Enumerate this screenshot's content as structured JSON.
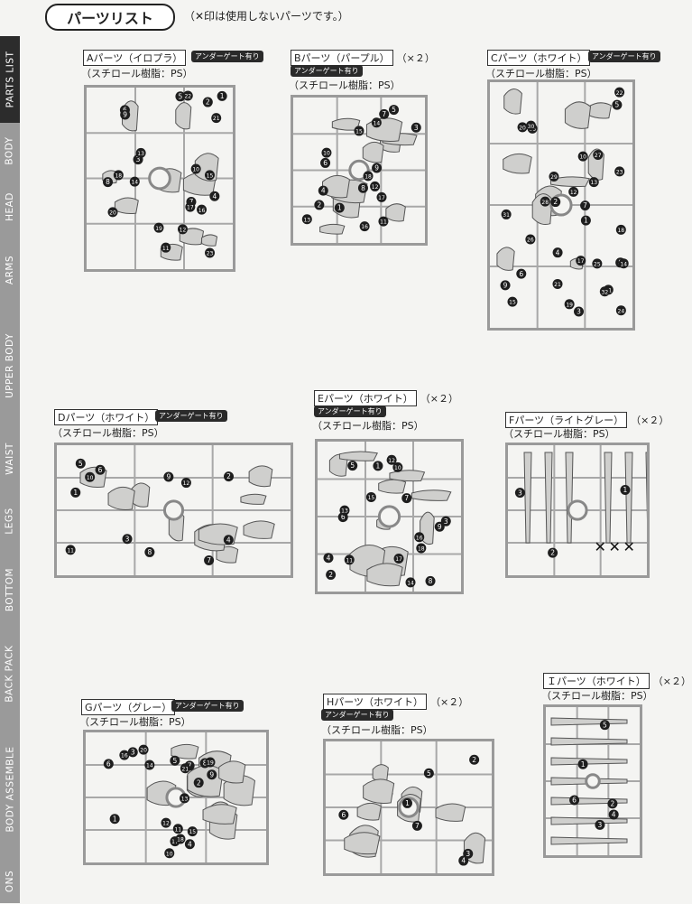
{
  "header": {
    "title": "パーツリスト",
    "note": "（✕印は使用しないパーツです。）"
  },
  "tabs": [
    {
      "label": "PARTS LIST",
      "active": true
    },
    {
      "label": "BODY"
    },
    {
      "label": "HEAD"
    },
    {
      "label": "ARMS"
    },
    {
      "label": "UPPER BODY"
    },
    {
      "label": "WAIST"
    },
    {
      "label": "LEGS"
    },
    {
      "label": "BOTTOM"
    },
    {
      "label": "BACK PACK"
    },
    {
      "label": "BODY ASSEMBLE"
    },
    {
      "label": "ONS"
    }
  ],
  "runners": [
    {
      "id": "A",
      "name": "Aパーツ（イロプラ）",
      "qty": "",
      "badge": "アンダーゲート有り",
      "material": "（スチロール樹脂：PS）",
      "numbers": [
        "1",
        "2",
        "3",
        "4",
        "5",
        "6",
        "7",
        "8",
        "9",
        "10",
        "11",
        "12",
        "13",
        "14",
        "15",
        "16",
        "17",
        "18",
        "19",
        "20",
        "21",
        "22",
        "23"
      ]
    },
    {
      "id": "B",
      "name": "Bパーツ（パープル）",
      "qty": "（×２）",
      "badge": "アンダーゲート有り",
      "material": "（スチロール樹脂：PS）",
      "numbers": [
        "1",
        "2",
        "3",
        "4",
        "5",
        "6",
        "7",
        "8",
        "9",
        "10",
        "11",
        "12",
        "13",
        "14",
        "15",
        "16",
        "17",
        "18"
      ]
    },
    {
      "id": "C",
      "name": "Cパーツ（ホワイト）",
      "qty": "",
      "badge": "アンダーゲート有り",
      "material": "（スチロール樹脂：PS）",
      "numbers": [
        "1",
        "2",
        "3",
        "4",
        "5",
        "6",
        "7",
        "8",
        "9",
        "10",
        "11",
        "12",
        "13",
        "14",
        "15",
        "16",
        "17",
        "18",
        "19",
        "20",
        "21",
        "22",
        "23",
        "24",
        "25",
        "26",
        "27",
        "28",
        "29",
        "30",
        "31",
        "32"
      ]
    },
    {
      "id": "D",
      "name": "Dパーツ（ホワイト）",
      "qty": "",
      "badge": "アンダーゲート有り",
      "material": "（スチロール樹脂：PS）",
      "numbers": [
        "1",
        "2",
        "3",
        "4",
        "5",
        "6",
        "7",
        "8",
        "9",
        "10",
        "11",
        "12"
      ]
    },
    {
      "id": "E",
      "name": "Eパーツ（ホワイト）",
      "qty": "（×２）",
      "badge": "アンダーゲート有り",
      "material": "（スチロール樹脂：PS）",
      "numbers": [
        "1",
        "2",
        "3",
        "4",
        "5",
        "6",
        "7",
        "8",
        "9",
        "10",
        "11",
        "12",
        "13",
        "14",
        "15",
        "16",
        "17",
        "18"
      ]
    },
    {
      "id": "F",
      "name": "Fパーツ（ライトグレー）",
      "qty": "（×２）",
      "badge": "",
      "material": "（スチロール樹脂：PS）",
      "numbers": [
        "1",
        "2",
        "3"
      ],
      "unused_marks": [
        "✕",
        "✕",
        "✕"
      ]
    },
    {
      "id": "G",
      "name": "Gパーツ（グレー）",
      "qty": "",
      "badge": "アンダーゲート有り",
      "material": "（スチロール樹脂：PS）",
      "numbers": [
        "1",
        "2",
        "3",
        "4",
        "5",
        "6",
        "7",
        "8",
        "9",
        "10",
        "11",
        "12",
        "13",
        "14",
        "15",
        "16",
        "17",
        "18",
        "19",
        "20",
        "21"
      ]
    },
    {
      "id": "H",
      "name": "Hパーツ（ホワイト）",
      "qty": "（×２）",
      "badge": "アンダーゲート有り",
      "material": "（スチロール樹脂：PS）",
      "numbers": [
        "1",
        "2",
        "3",
        "4",
        "5",
        "6",
        "7"
      ]
    },
    {
      "id": "I",
      "name": "Ｉパーツ（ホワイト）",
      "qty": "（×２）",
      "badge": "",
      "material": "（スチロール樹脂：PS）",
      "numbers": [
        "1",
        "2",
        "3",
        "4",
        "5",
        "6"
      ]
    }
  ]
}
